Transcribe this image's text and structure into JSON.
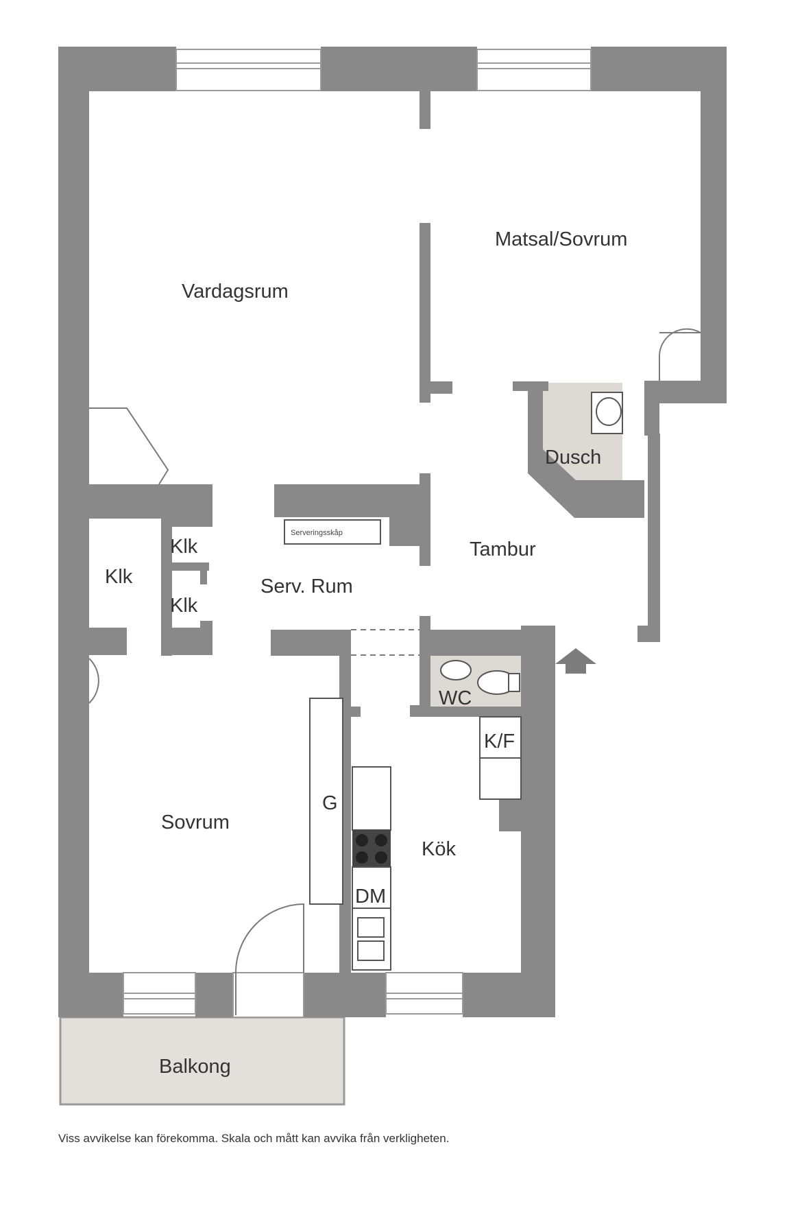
{
  "rooms": {
    "vardagsrum": "Vardagsrum",
    "matsal": "Matsal/Sovrum",
    "dusch": "Dusch",
    "tambur": "Tambur",
    "klk_left": "Klk",
    "klk_upper": "Klk",
    "klk_lower": "Klk",
    "serv_rum": "Serv. Rum",
    "serveringsskap": "Serveringsskåp",
    "wc": "WC",
    "kf": "K/F",
    "g": "G",
    "sovrum": "Sovrum",
    "kok": "Kök",
    "dm": "DM",
    "balkong": "Balkong"
  },
  "disclaimer": "Viss avvikelse kan förekomma. Skala och mått kan avvika från verkligheten.",
  "colors": {
    "wall": "#898989",
    "wet_room": "#ddd9d3",
    "balcony": "#e3e0dc",
    "background": "#ffffff"
  }
}
